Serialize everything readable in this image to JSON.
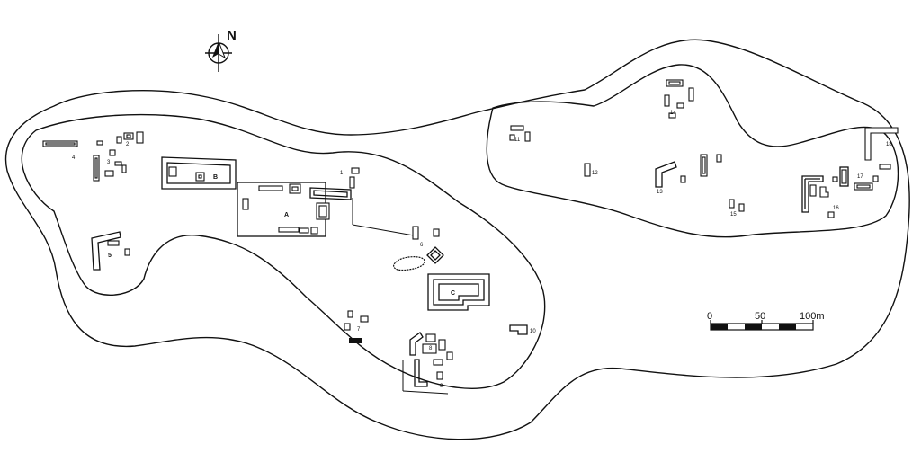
{
  "north": {
    "label": "N",
    "icon": "north-arrow-icon"
  },
  "scale": {
    "labels": [
      "0",
      "50",
      "100m"
    ]
  },
  "site_labels": [
    "A",
    "B",
    "C",
    "1",
    "2",
    "3",
    "4",
    "5",
    "6",
    "7",
    "8",
    "9",
    "10",
    "11",
    "12",
    "13",
    "14",
    "15",
    "16",
    "17",
    "18"
  ],
  "colors": {
    "ink": "#111111",
    "paper": "#ffffff"
  }
}
